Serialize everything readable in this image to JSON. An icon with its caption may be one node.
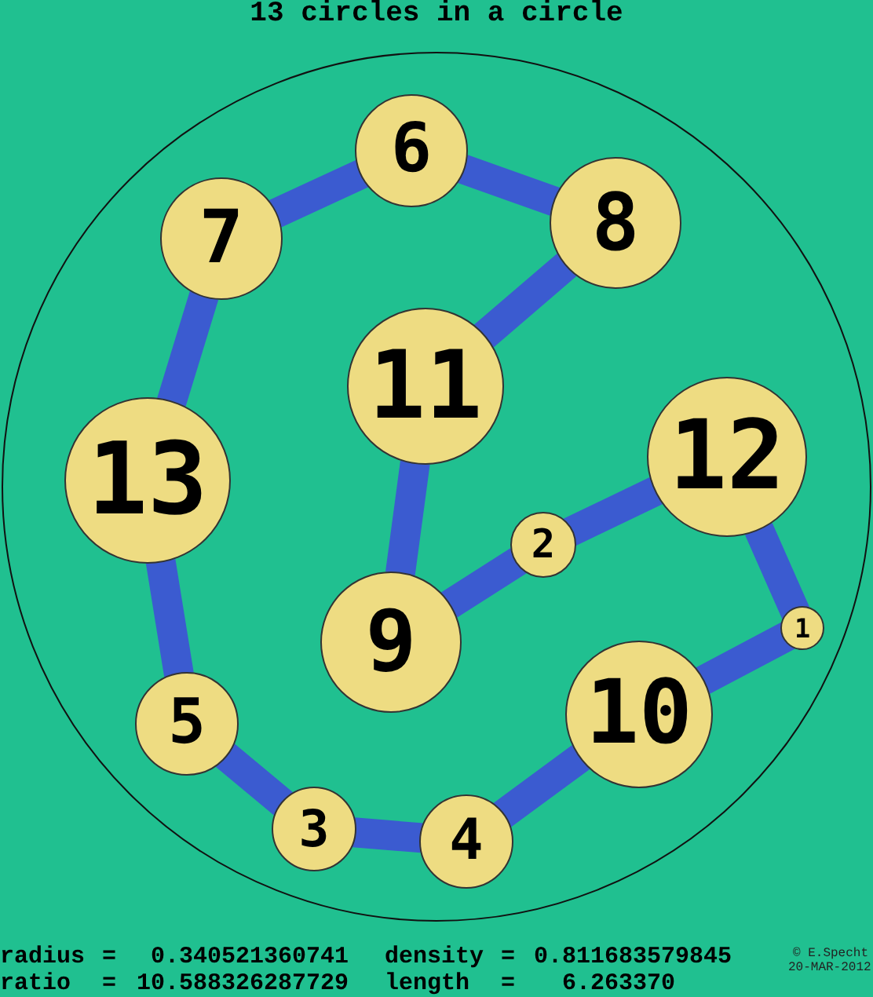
{
  "diagram": {
    "title": "13 circles in a circle",
    "nodes": [
      {
        "text": [],
        "shape": "circle"
      },
      {
        "text": [
          "1"
        ],
        "in": 0
      },
      {
        "text": [
          "2"
        ],
        "in": 0
      },
      {
        "text": [
          "3"
        ],
        "in": 0
      },
      {
        "text": [
          "4"
        ],
        "in": 0
      },
      {
        "text": [
          "5"
        ],
        "in": 0
      },
      {
        "text": [
          "6"
        ],
        "in": 0
      },
      {
        "text": [
          "7"
        ],
        "in": 0
      },
      {
        "text": [
          "8"
        ],
        "in": 0
      },
      {
        "text": [
          "9"
        ],
        "in": 0
      },
      {
        "text": [
          "10"
        ],
        "in": 0
      },
      {
        "text": [
          "11"
        ],
        "in": 0
      },
      {
        "text": [
          "12"
        ],
        "in": 0
      },
      {
        "text": [
          "13"
        ],
        "in": 0
      }
    ],
    "edges": [
      {
        "from": 1,
        "to": 12,
        "arrow": "none"
      },
      {
        "from": 12,
        "to": 2,
        "arrow": "none"
      },
      {
        "from": 2,
        "to": 9,
        "arrow": "none"
      },
      {
        "from": 9,
        "to": 11,
        "arrow": "none"
      },
      {
        "from": 11,
        "to": 8,
        "arrow": "none"
      },
      {
        "from": 8,
        "to": 6,
        "arrow": "none"
      },
      {
        "from": 6,
        "to": 7,
        "arrow": "none"
      },
      {
        "from": 7,
        "to": 13,
        "arrow": "none"
      },
      {
        "from": 13,
        "to": 5,
        "arrow": "none"
      },
      {
        "from": 5,
        "to": 3,
        "arrow": "none"
      },
      {
        "from": 3,
        "to": 4,
        "arrow": "none"
      },
      {
        "from": 4,
        "to": 10,
        "arrow": "none"
      },
      {
        "from": 10,
        "to": 1,
        "arrow": "none"
      }
    ],
    "labels": [
      "radius =",
      "0.340521360741",
      "density =",
      "0.811683579845",
      "ratio =",
      "10.588326287729",
      "length =",
      "6.263370",
      "© E.Specht",
      "20-MAR-2012"
    ]
  }
}
